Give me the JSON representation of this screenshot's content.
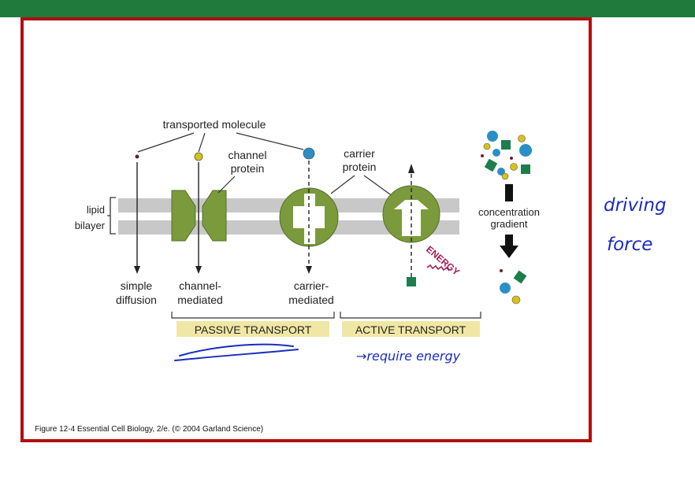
{
  "colors": {
    "top_bar": "#1f7a3c",
    "frame_border": "#b00f0f",
    "membrane": "#c8c8c8",
    "protein": "#7a9a3c",
    "energy": "#a0205a",
    "transport_highlight": "#f1e7a4",
    "handwriting": "#1a2bbf",
    "molecule_blue": "#2a8fc6",
    "molecule_yellow": "#d8c21a",
    "molecule_green": "#1d7d4c",
    "molecule_dark": "#6b1f2a"
  },
  "diagram": {
    "transported_molecule": "transported molecule",
    "channel_protein": [
      "channel",
      "protein"
    ],
    "carrier_protein": [
      "carrier",
      "protein"
    ],
    "lipid_bilayer": [
      "lipid",
      "bilayer"
    ],
    "simple_diffusion": [
      "simple",
      "diffusion"
    ],
    "channel_mediated": [
      "channel-",
      "mediated"
    ],
    "carrier_mediated": [
      "carrier-",
      "mediated"
    ],
    "energy": "ENERGY",
    "concentration_gradient": [
      "concentration",
      "gradient"
    ],
    "passive_transport": "PASSIVE TRANSPORT",
    "active_transport": "ACTIVE TRANSPORT",
    "caption": "Figure 12-4 Essential Cell Biology, 2/e. (© 2004 Garland Science)"
  },
  "annotations": {
    "driving_force": [
      "driving",
      "force"
    ],
    "require_energy": "→require energy"
  }
}
